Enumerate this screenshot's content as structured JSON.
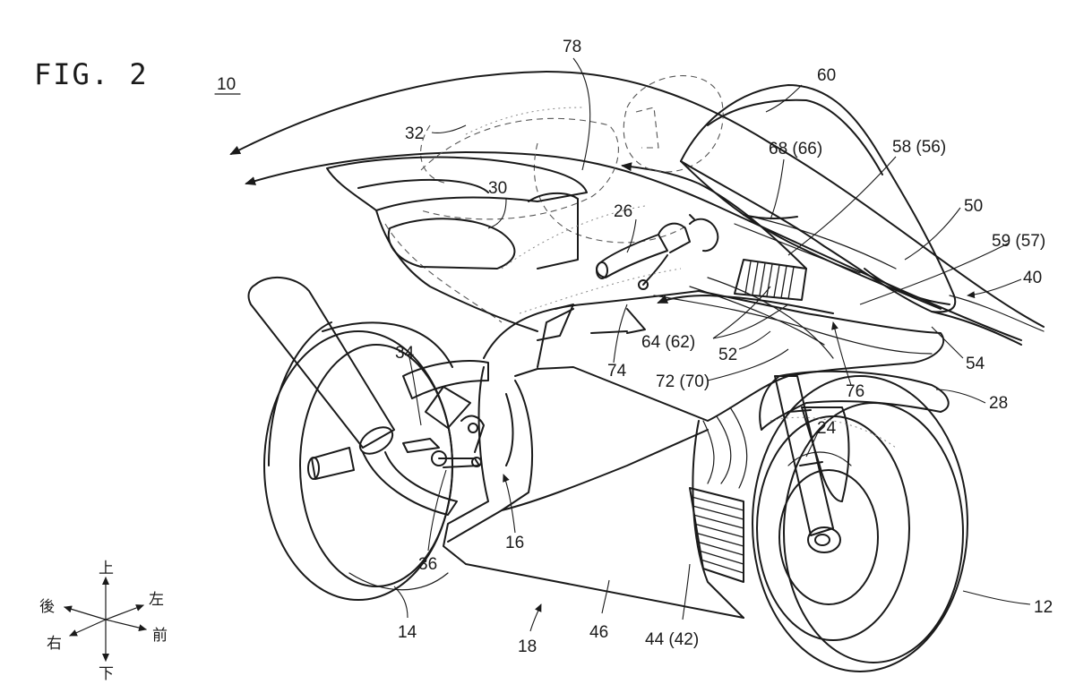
{
  "figure": {
    "title": "FIG. 2",
    "ref_main": "10"
  },
  "labels": {
    "l78": "78",
    "l60": "60",
    "l32": "32",
    "l68": "68 (66)",
    "l58": "58 (56)",
    "l30": "30",
    "l26": "26",
    "l50": "50",
    "l59": "59 (57)",
    "l40": "40",
    "l64": "64 (62)",
    "l52": "52",
    "l74": "74",
    "l54": "54",
    "l34": "34",
    "l72": "72 (70)",
    "l76": "76",
    "l28": "28",
    "l24": "24",
    "l16": "16",
    "l36": "36",
    "l12": "12",
    "l14": "14",
    "l18": "18",
    "l46": "46",
    "l44": "44 (42)"
  },
  "directions": {
    "up": "上",
    "down": "下",
    "rear": "後",
    "front": "前",
    "left": "左",
    "right": "右"
  }
}
